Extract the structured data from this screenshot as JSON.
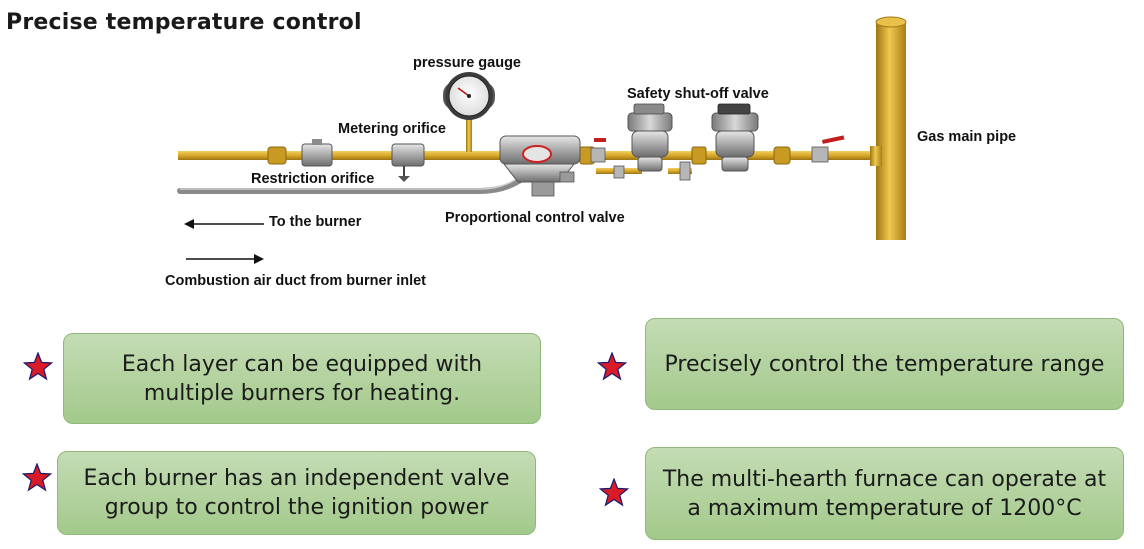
{
  "title": "Precise temperature control",
  "diagram": {
    "labels": {
      "pressure_gauge": "pressure gauge",
      "metering_orifice": "Metering orifice",
      "safety_valve": "Safety shut-off valve",
      "gas_main_pipe": "Gas main pipe",
      "restriction_orifice": "Restriction orifice",
      "to_burner": "To the burner",
      "proportional_valve": "Proportional control valve",
      "air_duct": "Combustion air duct from burner inlet"
    }
  },
  "features": [
    {
      "text": "Each layer can be equipped with multiple burners for heating."
    },
    {
      "text": "Precisely control the temperature range"
    },
    {
      "text": "Each burner has an independent valve group to control the ignition power"
    },
    {
      "text": "The multi-hearth furnace can operate at a maximum temperature of 1200°C"
    }
  ],
  "colors": {
    "pipe": "#d9a82a",
    "card_top": "#c4dcb4",
    "card_bottom": "#a3c98b",
    "star": "#d81b27"
  }
}
